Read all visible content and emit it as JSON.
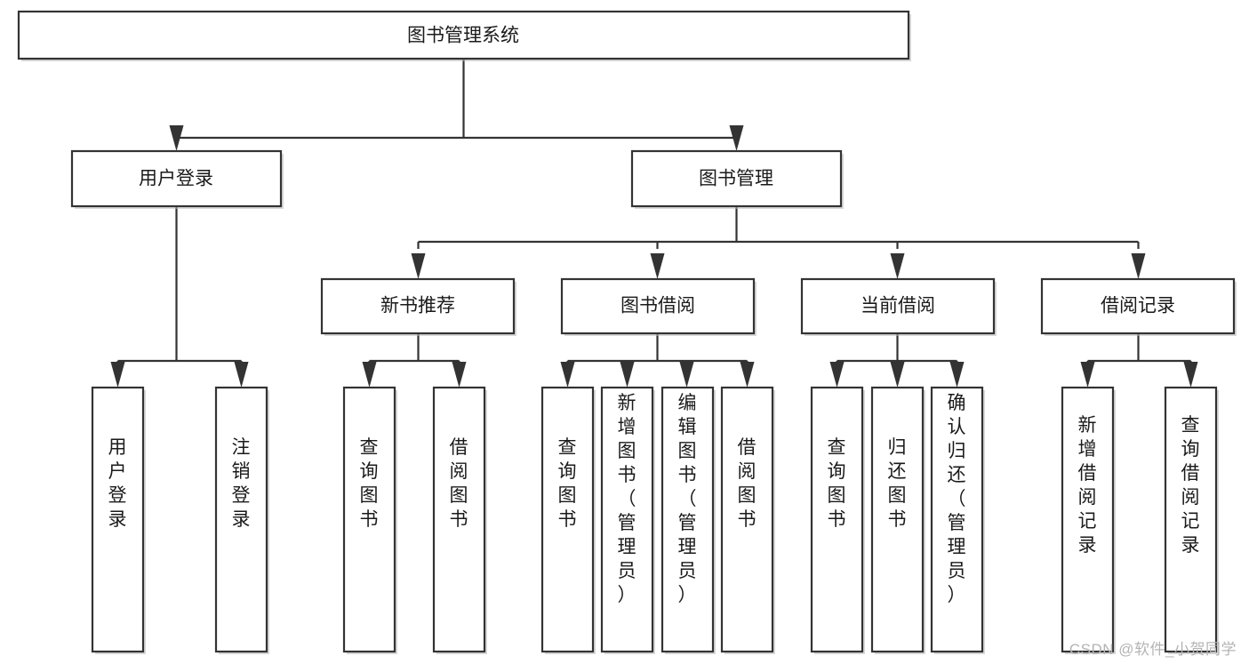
{
  "diagram": {
    "type": "tree-hierarchy",
    "orientation": "top-down",
    "root": {
      "id": "root",
      "label": "图书管理系统"
    },
    "level1": [
      {
        "id": "user-login",
        "label": "用户登录"
      },
      {
        "id": "book-manage",
        "label": "图书管理"
      }
    ],
    "level2": [
      {
        "id": "new-book-rec",
        "label": "新书推荐",
        "parent": "book-manage"
      },
      {
        "id": "book-borrow",
        "label": "图书借阅",
        "parent": "book-manage"
      },
      {
        "id": "current-borrow",
        "label": "当前借阅",
        "parent": "book-manage"
      },
      {
        "id": "borrow-record",
        "label": "借阅记录",
        "parent": "book-manage"
      }
    ],
    "leaves": {
      "user-login": [
        {
          "id": "leaf-user-login",
          "label": "用户登录"
        },
        {
          "id": "leaf-user-logout",
          "label": "注销登录"
        }
      ],
      "new-book-rec": [
        {
          "id": "leaf-query-book-1",
          "label": "查询图书"
        },
        {
          "id": "leaf-borrow-book-1",
          "label": "借阅图书"
        }
      ],
      "book-borrow": [
        {
          "id": "leaf-query-book-2",
          "label": "查询图书"
        },
        {
          "id": "leaf-add-book",
          "label": "新增图书（管理员）"
        },
        {
          "id": "leaf-edit-book",
          "label": "编辑图书（管理员）"
        },
        {
          "id": "leaf-borrow-book-2",
          "label": "借阅图书"
        }
      ],
      "current-borrow": [
        {
          "id": "leaf-query-book-3",
          "label": "查询图书"
        },
        {
          "id": "leaf-return-book",
          "label": "归还图书"
        },
        {
          "id": "leaf-confirm-return",
          "label": "确认归还（管理员）"
        }
      ],
      "borrow-record": [
        {
          "id": "leaf-add-record",
          "label": "新增借阅记录"
        },
        {
          "id": "leaf-query-record",
          "label": "查询借阅记录"
        }
      ]
    },
    "colors": {
      "stroke": "#333333",
      "fill": "#ffffff",
      "text": "#1a1a1a",
      "watermark": "#b4b4b4",
      "background": "#ffffff"
    }
  },
  "watermark": {
    "text": "CSDN @软件_小贺同学"
  }
}
